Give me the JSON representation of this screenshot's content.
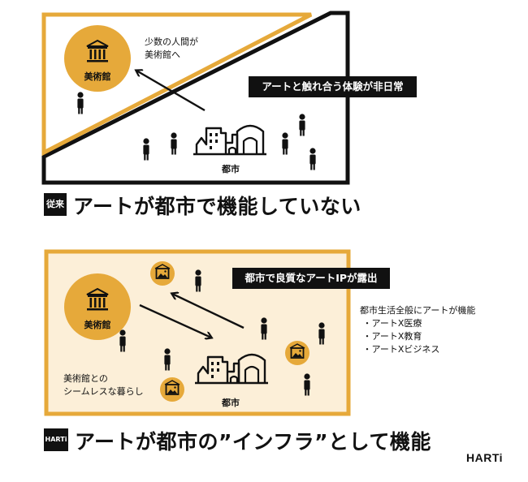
{
  "top": {
    "museum_label": "美術館",
    "minority_note": [
      "少数の人間が",
      "美術館へ"
    ],
    "banner": "アートと触れ合う体験が非日常",
    "city_label": "都市",
    "badge": "従来",
    "headline": "アートが都市で機能していない"
  },
  "bottom": {
    "museum_label": "美術館",
    "banner": "都市で良質なアートIPが露出",
    "city_label": "都市",
    "seamless_note": [
      "美術館との",
      "シームレスな暮らし"
    ],
    "functions_title": "都市生活全般にアートが機能",
    "functions": [
      "アートX医療",
      "アートX教育",
      "アートXビジネス"
    ],
    "badge": "HARTi",
    "headline": "アートが都市の”インフラ”として機能"
  },
  "brand": {
    "logo": "HARTi"
  },
  "colors": {
    "accent": "#E6A93A",
    "panel_fill": "#FCEFD8",
    "dark": "#111111"
  }
}
